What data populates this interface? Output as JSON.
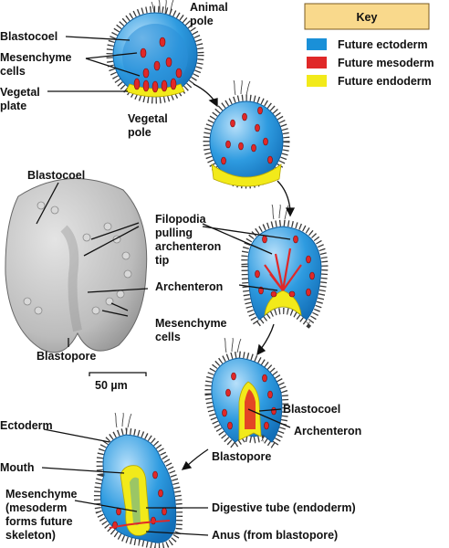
{
  "key": {
    "title": "Key",
    "items": [
      {
        "label": "Future ectoderm",
        "color": "#1a90d8"
      },
      {
        "label": "Future mesoderm",
        "color": "#e02828"
      },
      {
        "label": "Future endoderm",
        "color": "#f2ea1a"
      }
    ]
  },
  "labels": {
    "animal_pole_1": "Animal",
    "animal_pole_2": "pole",
    "blastocoel_top": "Blastocoel",
    "mesenchyme_top_1": "Mesenchyme",
    "mesenchyme_top_2": "cells",
    "vegetal_plate_1": "Vegetal",
    "vegetal_plate_2": "plate",
    "vegetal_pole_1": "Vegetal",
    "vegetal_pole_2": "pole",
    "blastocoel_micro": "Blastocoel",
    "filopodia_1": "Filopodia",
    "filopodia_2": "pulling",
    "filopodia_3": "archenteron",
    "filopodia_4": "tip",
    "archenteron_mid": "Archenteron",
    "mesenchyme_mid_1": "Mesenchyme",
    "mesenchyme_mid_2": "cells",
    "blastopore_micro": "Blastopore",
    "scale_bar": "50 µm",
    "blastocoel_late": "Blastocoel",
    "archenteron_late": "Archenteron",
    "blastopore_late": "Blastopore",
    "ectoderm": "Ectoderm",
    "mouth": "Mouth",
    "mesenchyme_bottom_1": "Mesenchyme",
    "mesenchyme_bottom_2": "(mesoderm",
    "mesenchyme_bottom_3": "forms future",
    "mesenchyme_bottom_4": "skeleton)",
    "digestive_tube": "Digestive tube (endoderm)",
    "anus": "Anus (from blastopore)"
  },
  "colors": {
    "ectoderm": "#1a90d8",
    "ectoderm_light": "#8cc8f0",
    "mesoderm": "#e02828",
    "endoderm": "#f2ea1a",
    "key_bg": "#f9d98c",
    "micrograph": "#c9c9c9"
  }
}
